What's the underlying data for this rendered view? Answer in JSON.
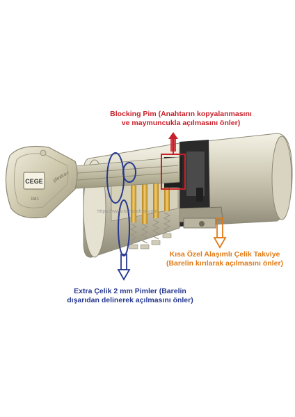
{
  "brand": {
    "logo_text": "CEGE",
    "product_text": "plextra+",
    "model_text": "1M1"
  },
  "annotations": {
    "blocking_pin": {
      "line1": "Blocking Pim (Anahtarın kopyalanmasını",
      "line2": "ve maymuncukla açılmasını önler)",
      "color": "#c8202a"
    },
    "steel_reinforcement": {
      "line1": "Kısa Özel Alaşımlı Çelik Takviye",
      "line2": "(Barelin kırılarak açılmasını önler)",
      "color": "#e07a16"
    },
    "steel_pins": {
      "line1": "Extra Çelik 2 mm Pimler (Barelin",
      "line2": "dışarıdan delinerek açılmasını önler)",
      "color": "#27398f"
    }
  },
  "watermark": "https://www.kilitanahtar.com",
  "colors": {
    "brass": "#d9a53a",
    "chrome": "#c9c6b4",
    "key_nickel": "#d8d3bd",
    "background": "#ffffff"
  }
}
